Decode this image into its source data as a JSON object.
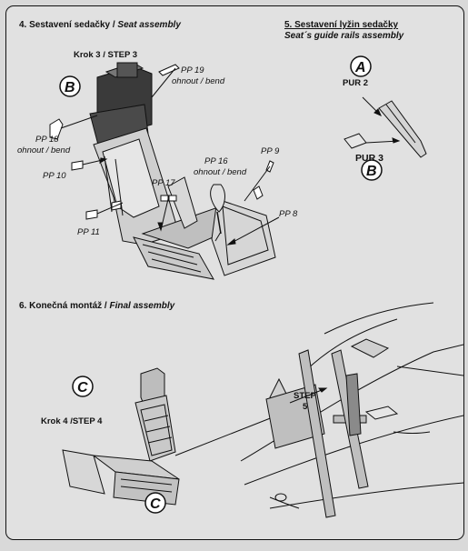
{
  "section4": {
    "title_cz": "4. Sestavení sedačky / ",
    "title_en": "Seat assembly"
  },
  "section5": {
    "title_cz": "5. Sestavení lyžin sedačky",
    "title_en": "Seat´s guide rails assembly"
  },
  "section6": {
    "title_cz": "6. Konečná montáž / ",
    "title_en": "Final assembly"
  },
  "labels": {
    "step3": "Krok 3 / STEP 3",
    "pp19": "PP 19",
    "pp19_note": "ohnout / bend",
    "pp18": "PP 18",
    "pp18_note": "ohnout / bend",
    "pp10": "PP 10",
    "pp17": "PP 17",
    "pp16": "PP 16",
    "pp16_note": "ohnout / bend",
    "pp9": "PP 9",
    "pp8": "PP 8",
    "pp11": "PP 11",
    "pur2": "PUR 2",
    "pur3": "PUR 3",
    "step4": "Krok 4 /STEP 4",
    "step5_a": "STEP",
    "step5_b": "5"
  },
  "badges": {
    "a": "A",
    "b": "B",
    "c": "C"
  }
}
